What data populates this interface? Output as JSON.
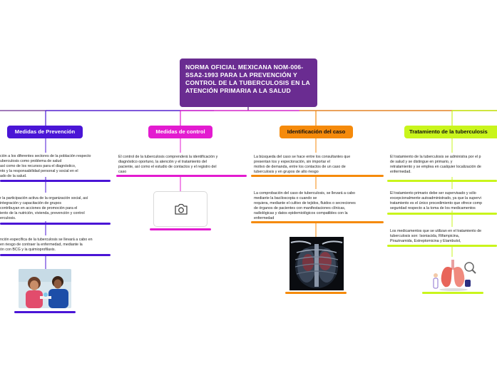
{
  "root": {
    "title": "NORMA OFICIAL MEXICANA NOM-006-SSA2-1993 PARA LA PREVENCIÓN Y CONTROL DE LA TUBERCULOSIS EN LA ATENCIÓN PRIMARIA A LA SALUD"
  },
  "branches": {
    "prevencion": {
      "label": "Medidas de Prevención",
      "color": "#4a15d6",
      "topics": [
        "ción a los diferentes sectores de la población respecto\nuberculosis como problema de salud\nasí como de los recursos para el diagnóstico,\nnto y la responsabilidad personal y social en el\nado de la salud.",
        "r la participación activa de la organización social, así\nintegración y capacitación de grupos\ncontribuyan en acciones de promoción para el\niento de la nutrición, vivienda, prevención y control\nerculosis.",
        "nción específica de la tuberculosis se llevará a cabo en\nen riesgo de contraer la enfermedad, mediante la\nón con BCG y la quimioprofilaxis."
      ]
    },
    "control": {
      "label": "Medidas de control",
      "color": "#e31bd0",
      "topics": [
        "El control de la tuberculosis comprenderá la identificación y\ndiagnóstico oportuno, la atención y el tratamiento del\npaciente, así como el estudio de contactos y el registro del\ncaso"
      ]
    },
    "identificacion": {
      "label": "Identificación del caso",
      "color": "#f58a0b",
      "topics": [
        "La búsqueda del caso se hace entre los consultantes que\npresentan tos y expectoración, sin importar el\nmotivo de demanda, entre los contactos de un caso de\ntuberculosis y en grupos de alto riesgo",
        "La comprobación del caso de tuberculosis, se llevará a cabo\nmediante la baciloscopia o cuando se\nrequiera, mediante el cultivo de tejidos, fluidos o secreciones\nde órganos de pacientes con manifestaciones clínicas,\nradiológicas y datos epidemiológicos compatibles con la\nenfermedad"
      ]
    },
    "tratamiento": {
      "label": "Tratamiento de la tuberculosis",
      "color": "#c9f51c",
      "topics": [
        "El tratamiento de la tuberculosis se administra por el p\nde salud y se distingue en primario, y\nretratamiento y se emplea en cualquier localización de\nenfermedad.",
        "El tratamiento primario debe ser supervisado y sólo\nexcepcionalmente autoadministrado, ya que la supervi\ntratamiento es el único procedimiento que ofrece comp\nseguridad respecto a la toma de los medicamentos",
        "Los medicamentos que se utilizan en el tratamiento de\ntuberculosis son: Isoniacida, Rifampicina,\nPirazinamida, Estreptomicina y Etambutol,"
      ]
    }
  }
}
